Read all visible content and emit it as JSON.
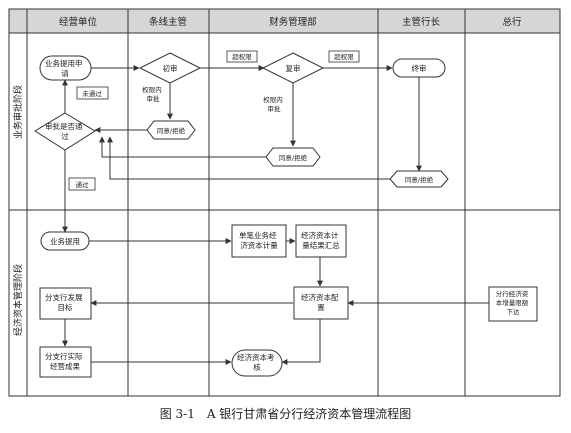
{
  "lanes": [
    "经营单位",
    "条线主管",
    "财务管理部",
    "主管行长",
    "总行"
  ],
  "phases": [
    "业务审批阶段",
    "经济资本管理阶段"
  ],
  "nodes": {
    "apply": [
      "业务提用申",
      "请"
    ],
    "first_review": [
      "初审"
    ],
    "authority_approve_1": [
      "权限内",
      "审批"
    ],
    "agree_reject_1": [
      "同意/拒绝"
    ],
    "review": [
      "复审"
    ],
    "authority_approve_2": [
      "权限内",
      "审批"
    ],
    "agree_reject_2": [
      "同意/拒绝"
    ],
    "final_review": [
      "终审"
    ],
    "agree_reject_3": [
      "同意/拒绝"
    ],
    "approved_q": [
      "审批是否通",
      "过"
    ],
    "use": [
      "业务提用"
    ],
    "single_calc": [
      "单笔业务经",
      "济资本计量"
    ],
    "summary": [
      "经济资本计",
      "量结果汇总"
    ],
    "allocation": [
      "经济资本配",
      "置"
    ],
    "branch_target": [
      "分支行发展",
      "目标"
    ],
    "branch_result": [
      "分支行实际",
      "经营成果"
    ],
    "assessment": [
      "经济资本考",
      "核"
    ],
    "hq_quota": [
      "分行经济资",
      "本增量限额",
      "下达"
    ]
  },
  "edge_labels": {
    "over_limit_1": "超权限",
    "over_limit_2": "超权限",
    "not_passed": "未通过",
    "passed": "通过"
  },
  "caption": "图 3-1　A 银行甘肃省分行经济资本管理流程图"
}
